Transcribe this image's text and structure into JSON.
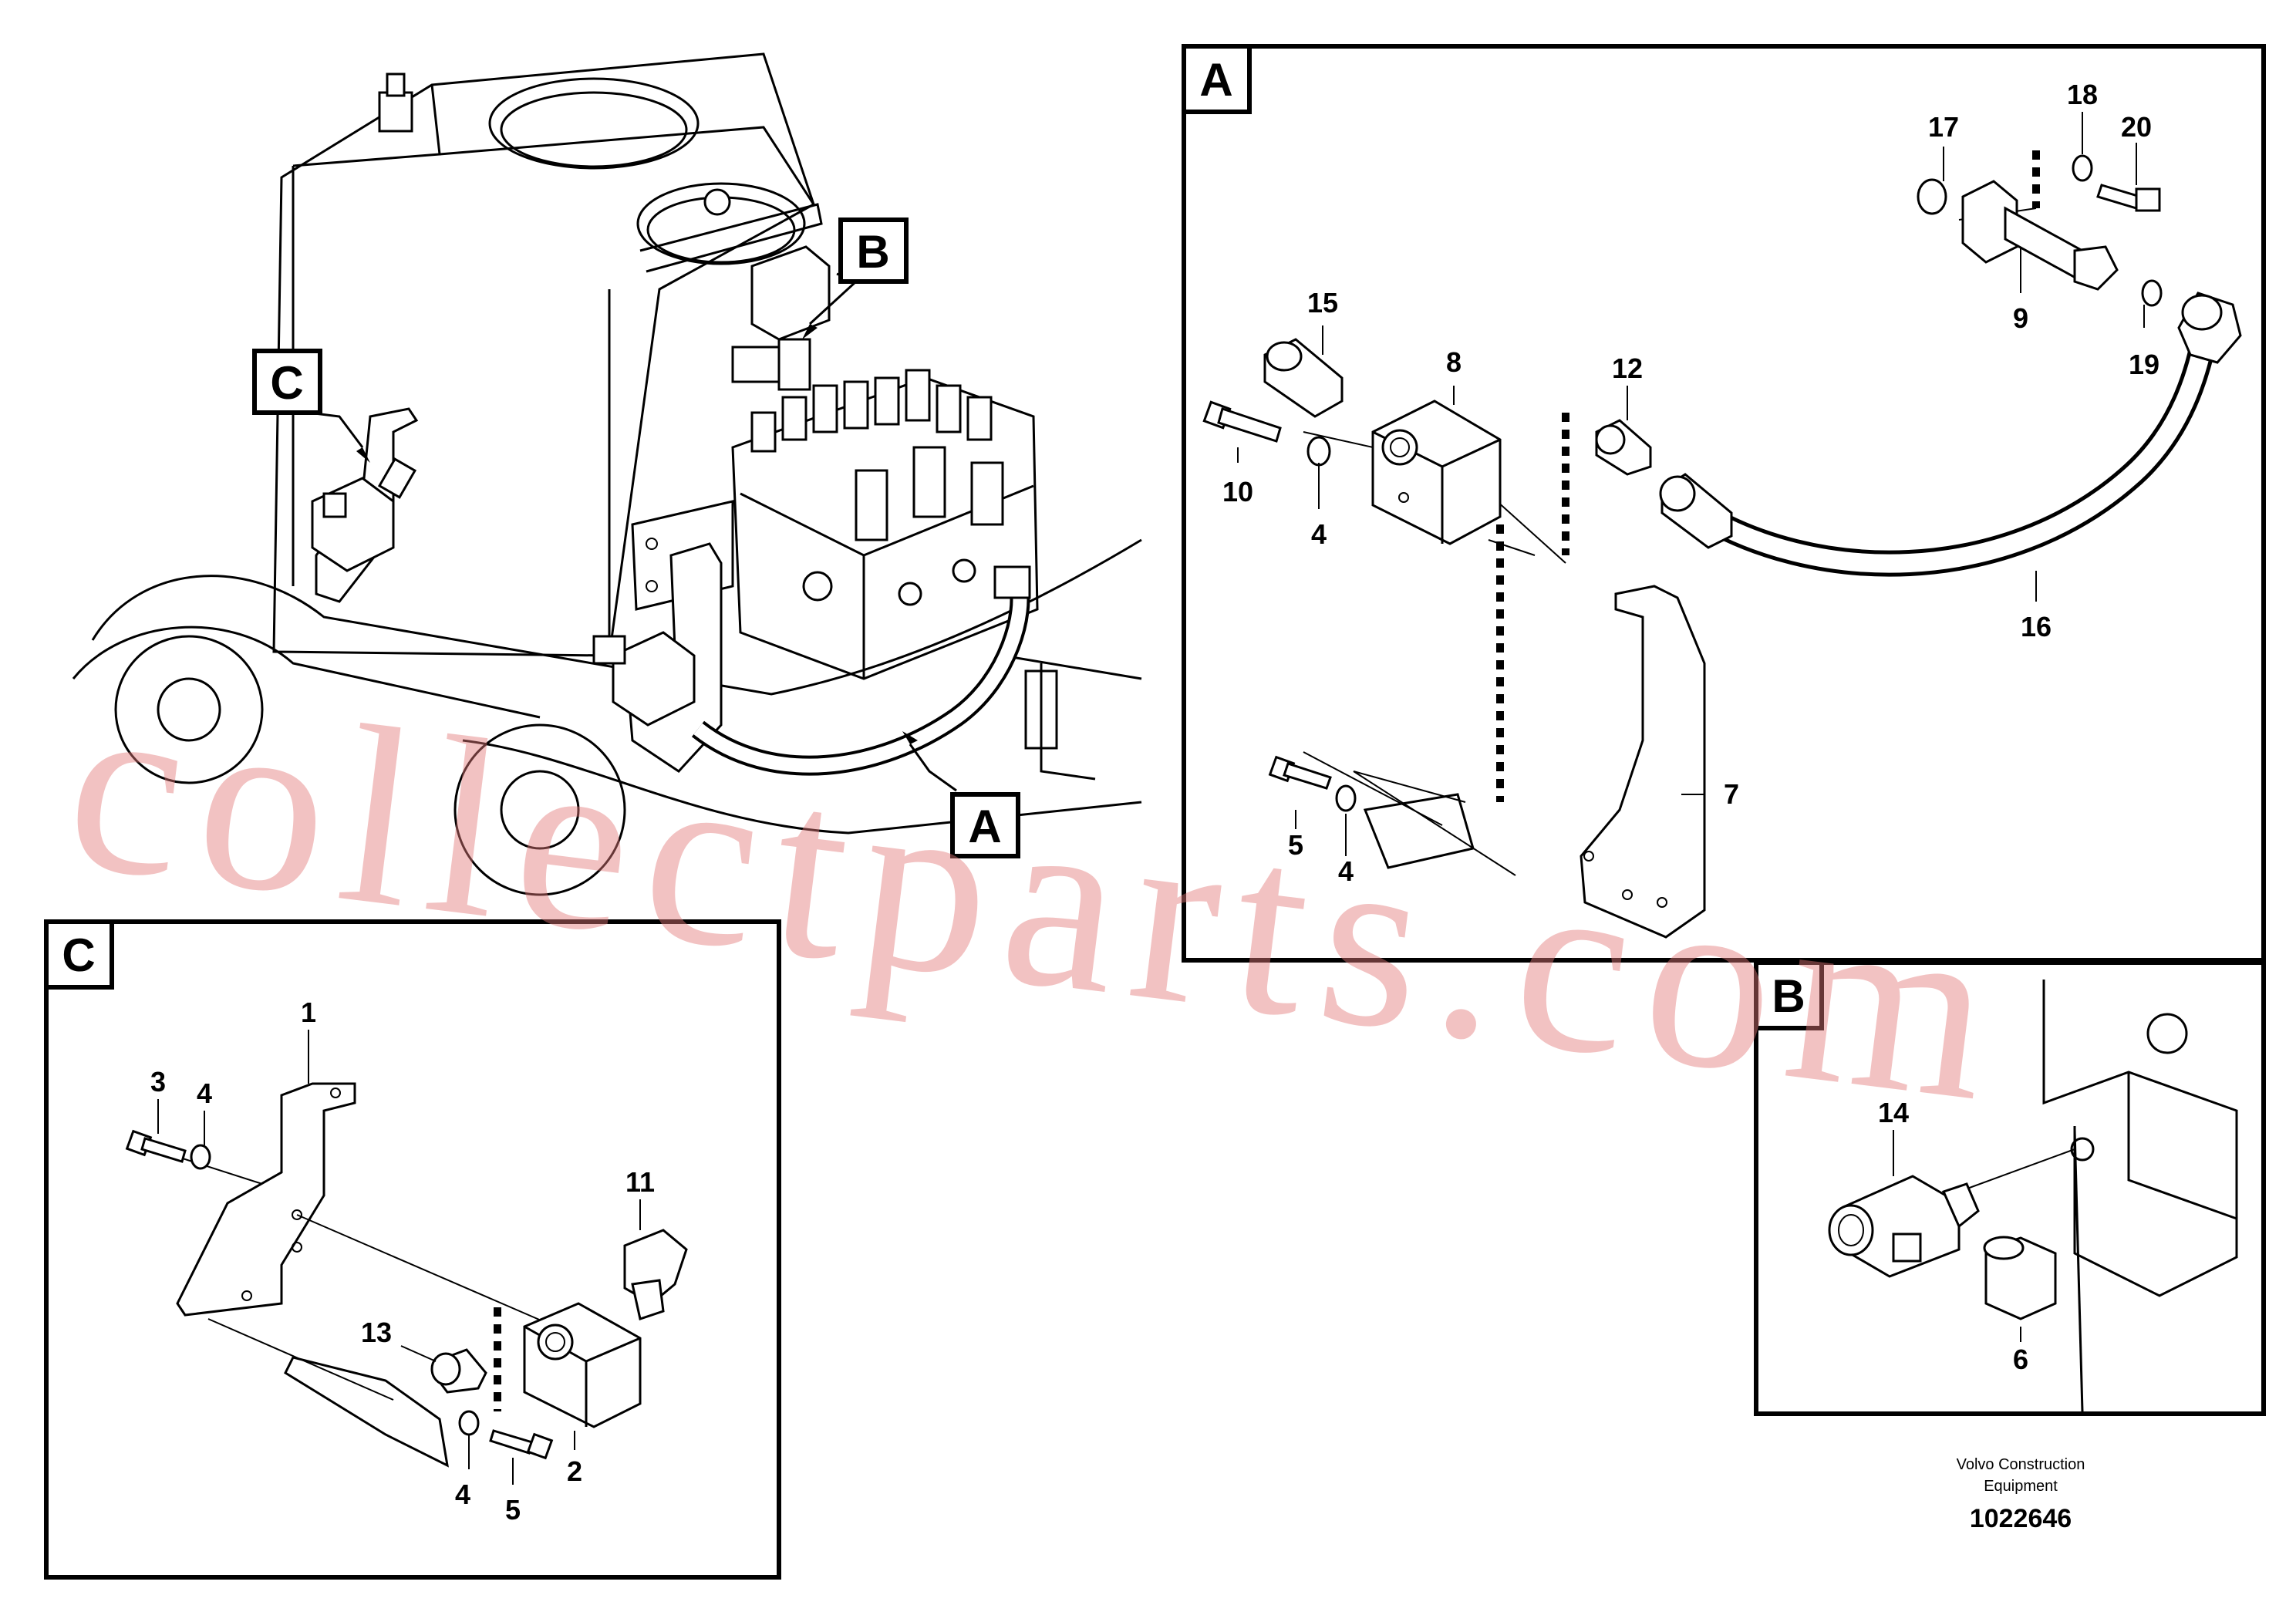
{
  "overview": {
    "tag_a": "A",
    "tag_b": "B",
    "tag_c": "C"
  },
  "detail_a": {
    "tag": "A",
    "labels": {
      "p4a": "4",
      "p4b": "4",
      "p5": "5",
      "p7": "7",
      "p8": "8",
      "p9": "9",
      "p10": "10",
      "p12": "12",
      "p15": "15",
      "p16": "16",
      "p17": "17",
      "p18": "18",
      "p19": "19",
      "p20": "20"
    }
  },
  "detail_b": {
    "tag": "B",
    "labels": {
      "p6": "6",
      "p14": "14"
    }
  },
  "detail_c": {
    "tag": "C",
    "labels": {
      "p1": "1",
      "p2": "2",
      "p3": "3",
      "p4a": "4",
      "p4b": "4",
      "p5": "5",
      "p11": "11",
      "p13": "13"
    }
  },
  "watermark": "collectparts.com",
  "footer": {
    "company_line1": "Volvo Construction",
    "company_line2": "Equipment",
    "drawing_number": "1022646"
  }
}
